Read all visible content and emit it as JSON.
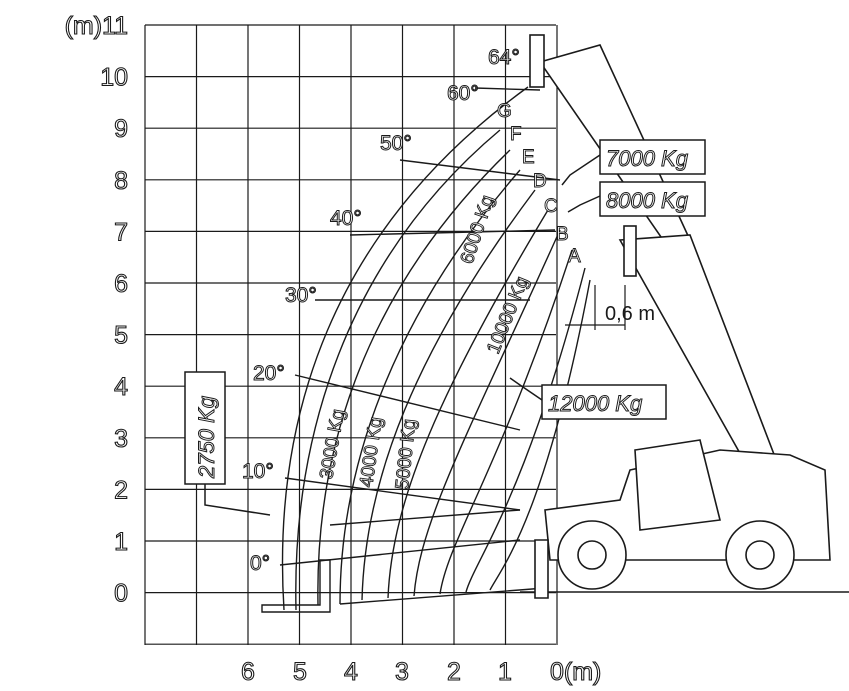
{
  "axes": {
    "y_unit": "(m)",
    "y_ticks": [
      "11",
      "10",
      "9",
      "8",
      "7",
      "6",
      "5",
      "4",
      "3",
      "2",
      "1",
      "0"
    ],
    "x_ticks": [
      "6",
      "5",
      "4",
      "3",
      "2",
      "1"
    ],
    "x_end": "0(m)"
  },
  "angles": [
    "64°",
    "60°",
    "50°",
    "40°",
    "30°",
    "20°",
    "10°",
    "0°"
  ],
  "boom_positions": [
    "A",
    "B",
    "C",
    "D",
    "E",
    "F",
    "G"
  ],
  "load_zones": [
    "2750 Kg",
    "3000 Kg",
    "4000 Kg",
    "5000 Kg",
    "6000 Kg",
    "10000 Kg"
  ],
  "callouts": {
    "c7000": "7000 Kg",
    "c8000": "8000 Kg",
    "c12000": "12000 Kg",
    "offset": "0,6 m"
  }
}
